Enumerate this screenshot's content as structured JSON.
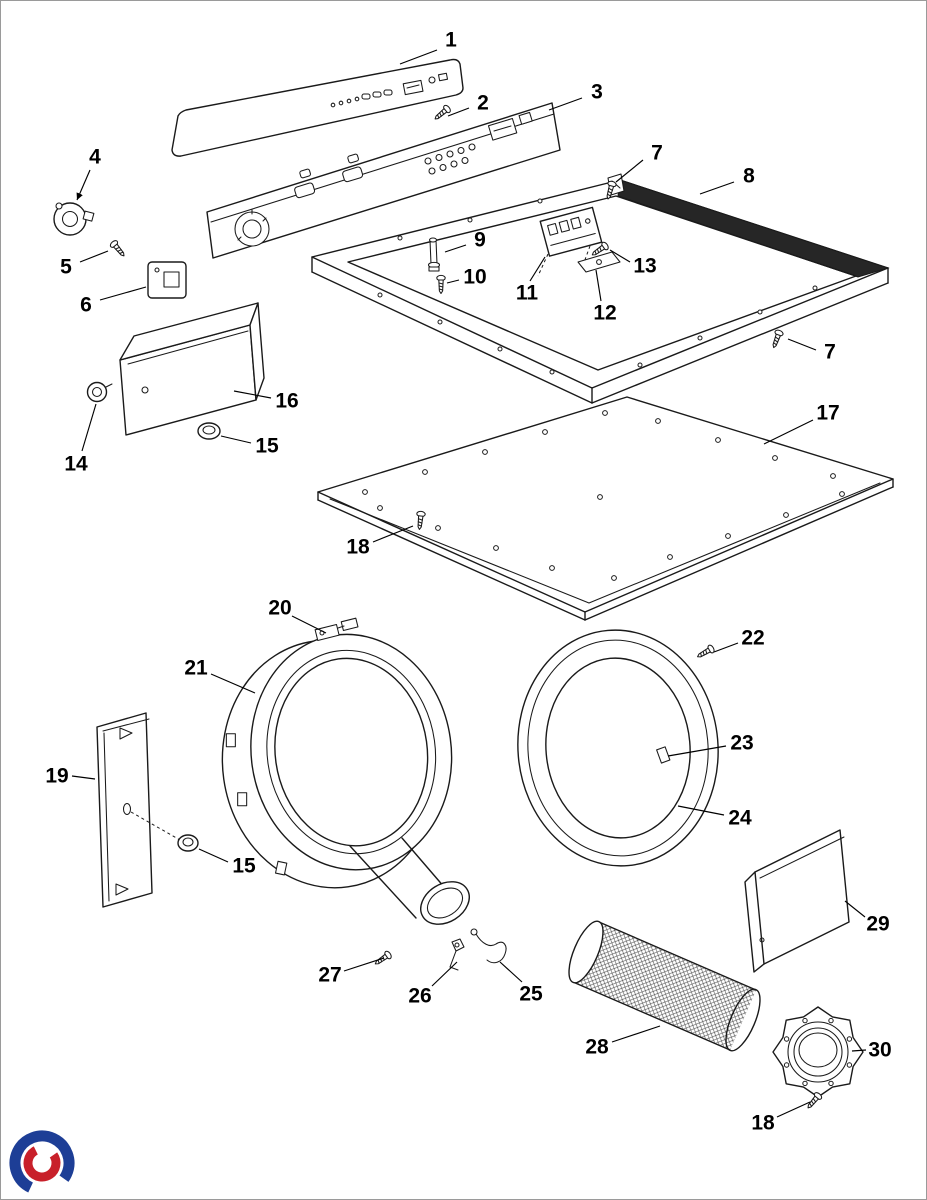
{
  "diagram": {
    "type": "exploded-parts-diagram",
    "background": "#ffffff",
    "line_color": "#1a1a1a"
  },
  "callouts": [
    {
      "label": "1"
    },
    {
      "label": "2"
    },
    {
      "label": "3"
    },
    {
      "label": "4"
    },
    {
      "label": "5"
    },
    {
      "label": "6"
    },
    {
      "label": "7"
    },
    {
      "label": "8"
    },
    {
      "label": "9"
    },
    {
      "label": "10"
    },
    {
      "label": "11"
    },
    {
      "label": "12"
    },
    {
      "label": "13"
    },
    {
      "label": "14"
    },
    {
      "label": "15"
    },
    {
      "label": "16"
    },
    {
      "label": "17"
    },
    {
      "label": "18"
    },
    {
      "label": "19"
    },
    {
      "label": "20"
    },
    {
      "label": "21"
    },
    {
      "label": "22"
    },
    {
      "label": "23"
    },
    {
      "label": "24"
    },
    {
      "label": "25"
    },
    {
      "label": "26"
    },
    {
      "label": "27"
    },
    {
      "label": "28"
    },
    {
      "label": "29"
    },
    {
      "label": "30"
    },
    {
      "label": "7"
    },
    {
      "label": "15"
    },
    {
      "label": "18"
    }
  ],
  "logo": {
    "blue_color": "#1d3e96",
    "red_color": "#c8202a"
  }
}
